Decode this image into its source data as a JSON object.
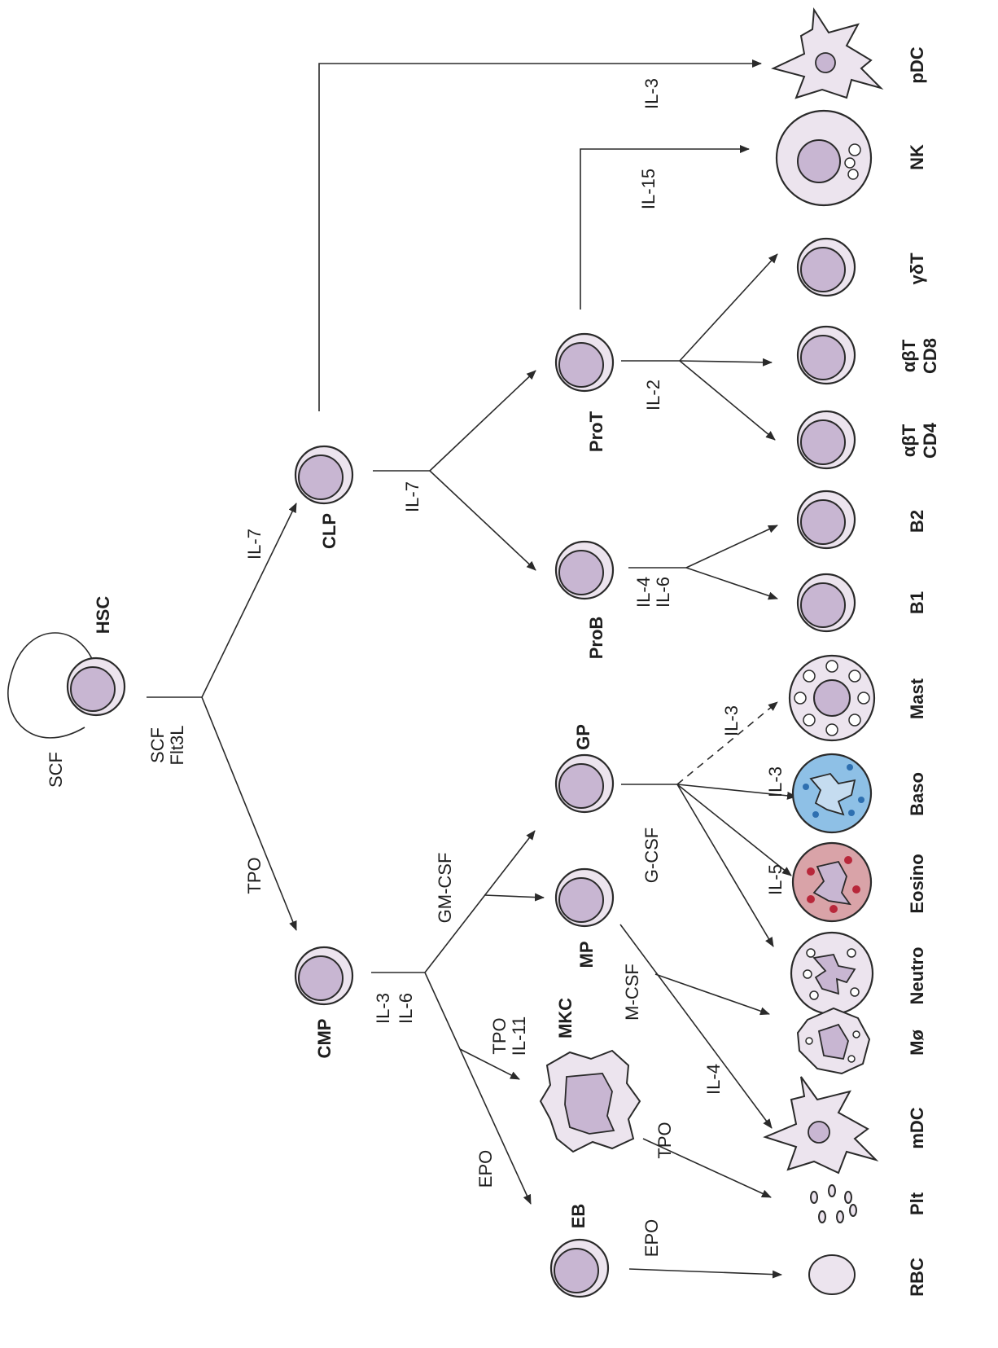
{
  "colors": {
    "cell_fill": "#ece4ee",
    "nucleus_fill": "#c8b6d2",
    "eosino_fill": "#d9a3a8",
    "eosino_granule": "#b8273a",
    "baso_fill": "#8ec0e6",
    "baso_granule": "#2e6fb0",
    "line": "#2a2a2a"
  },
  "cells": {
    "hsc": "HSC",
    "clp": "CLP",
    "cmp": "CMP",
    "prot": "ProT",
    "prob": "ProB",
    "gp": "GP",
    "mp": "MP",
    "mkc": "MKC",
    "eb": "EB"
  },
  "terminal_cells": {
    "pdc": "pDC",
    "nk": "NK",
    "gdt": "γδT",
    "abt_cd8_line1": "αβT",
    "abt_cd8_line2": "CD8",
    "abt_cd4_line1": "αβT",
    "abt_cd4_line2": "CD4",
    "b2": "B2",
    "b1": "B1",
    "mast": "Mast",
    "baso": "Baso",
    "eosino": "Eosino",
    "neutro": "Neutro",
    "mo": "Mø",
    "mdc": "mDC",
    "plt": "Plt",
    "rbc": "RBC"
  },
  "cytokines": {
    "self_renewal": "SCF",
    "hsc_split_1": "SCF",
    "hsc_split_2": "Flt3L",
    "to_clp": "IL-7",
    "to_cmp": "TPO",
    "to_pdc": "IL-3",
    "clp_split": "IL-7",
    "to_nk": "IL-15",
    "prot_split": "IL-2",
    "prob_split_1": "IL-4",
    "prob_split_2": "IL-6",
    "cmp_split_1": "IL-3",
    "cmp_split_2": "IL-6",
    "to_gp_mp": "GM-CSF",
    "to_mkc_1": "TPO",
    "to_mkc_2": "IL-11",
    "to_eb": "EPO",
    "gp_split": "G-CSF",
    "to_mast": "IL-3",
    "to_baso": "IL-3",
    "to_eosino": "IL-5",
    "mp_split": "M-CSF",
    "to_mdc": "IL-4",
    "to_plt": "TPO",
    "to_rbc": "EPO"
  }
}
